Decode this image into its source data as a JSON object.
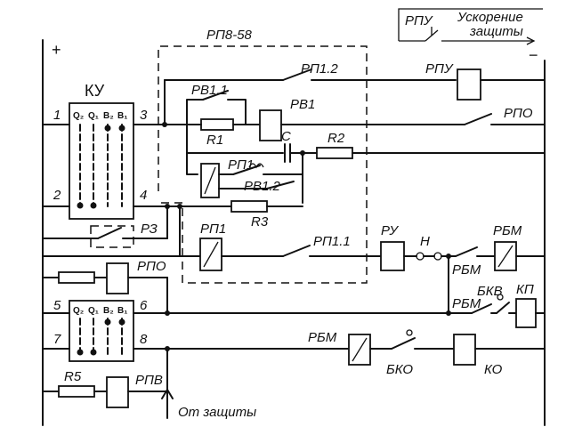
{
  "labels": {
    "plus": "+",
    "minus": "−",
    "ku": "КУ",
    "rp858": "РП8-58",
    "rpu_box": "РПУ",
    "accel_1": "Ускорение",
    "accel_2": "защиты",
    "rp12": "РП1.2",
    "rpu": "РПУ",
    "rv11": "РВ1.1",
    "rv1": "РВ1",
    "rpo_top": "РПО",
    "r1": "R1",
    "c": "C",
    "r2": "R2",
    "rp1_contact": "РП1",
    "rv12": "РВ1.2",
    "r3": "R3",
    "rz": "РЗ",
    "rp1_coil": "РП1",
    "rp11": "РП1.1",
    "ru": "РУ",
    "h": "Н",
    "rbm_coil_top": "РБМ",
    "rbm_contact1": "РБМ",
    "rpo_mid": "РПО",
    "bkv": "БКВ",
    "kp": "КП",
    "rbm_contact2": "РБМ",
    "rbm_coil": "РБМ",
    "bko": "БКО",
    "ko": "КО",
    "r5": "R5",
    "rpv": "РПВ",
    "from_protection": "От защиты",
    "n1": "1",
    "n2": "2",
    "n3": "3",
    "n4": "4",
    "n5": "5",
    "n6": "6",
    "n7": "7",
    "n8": "8",
    "q2a": "Q₂",
    "q1a": "Q₁",
    "b2a": "B₂",
    "b1a": "B₁",
    "q2b": "Q₂",
    "q1b": "Q₁",
    "b2b": "B₂",
    "b1b": "B₁"
  }
}
